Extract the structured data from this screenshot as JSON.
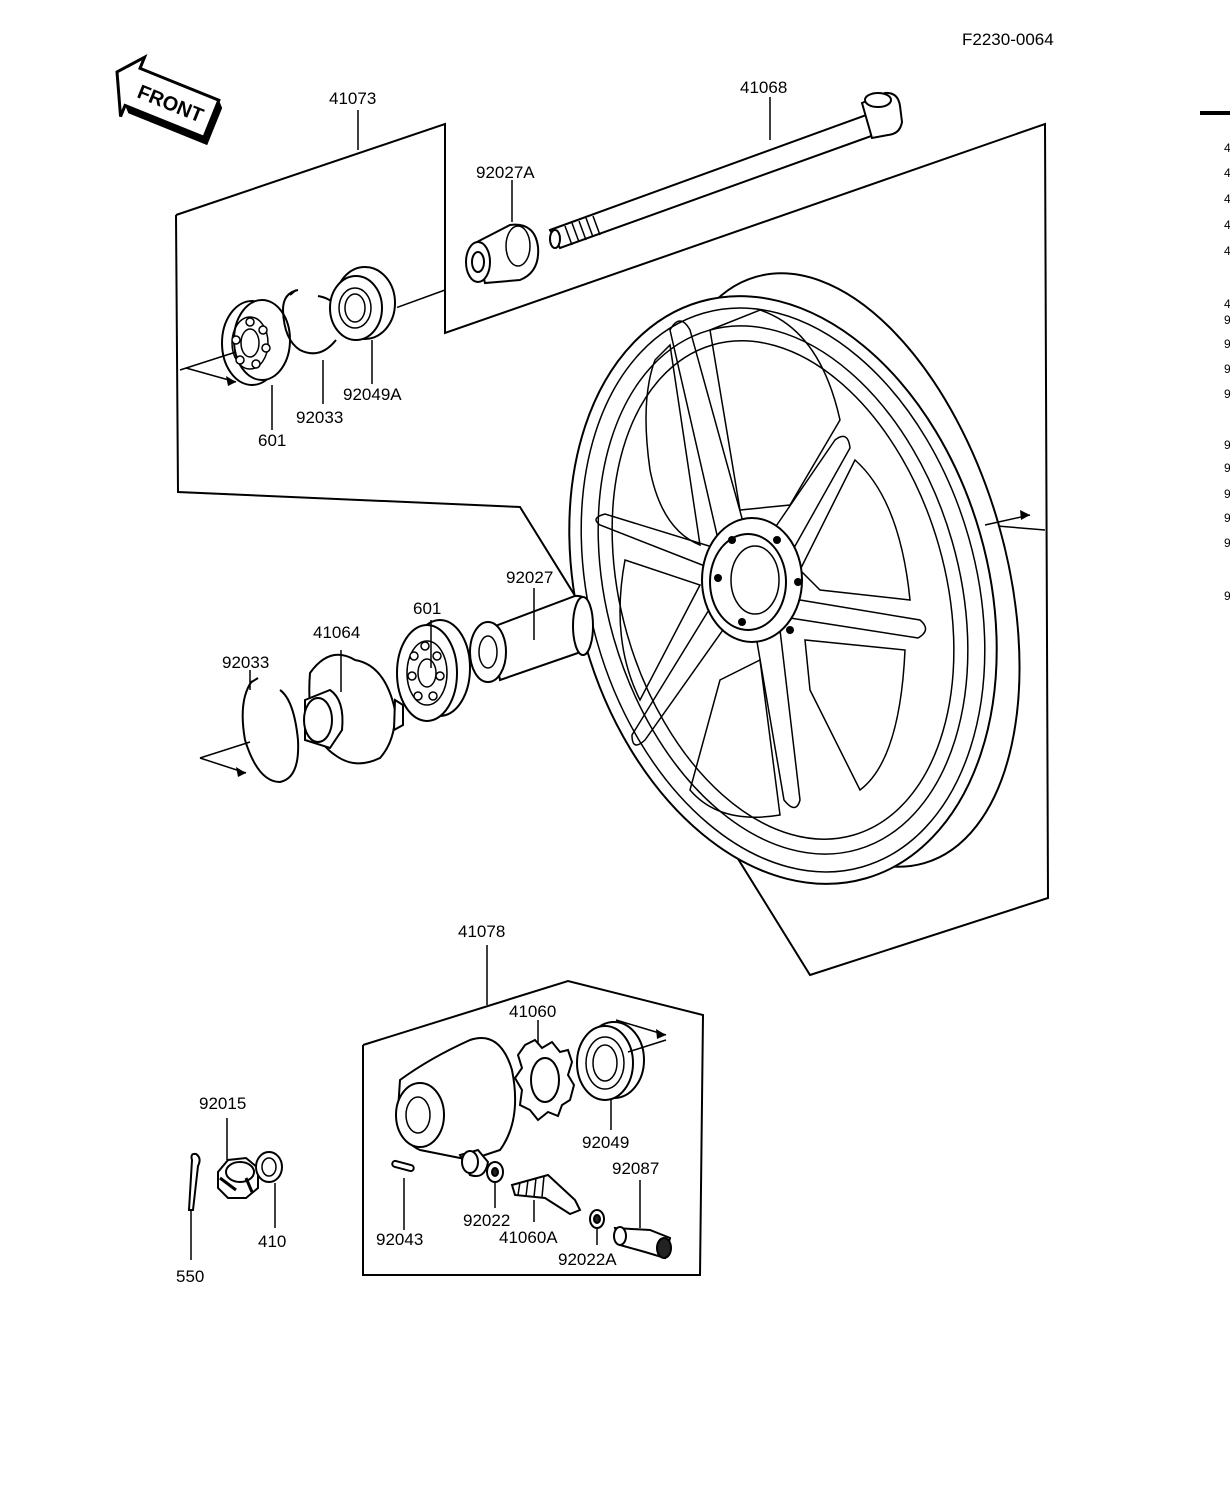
{
  "figure_code": "F2230-0064",
  "front_label": "FRONT",
  "parts": {
    "p41073": "41073",
    "p41068": "41068",
    "p92027A": "92027A",
    "p601_top": "601",
    "p92033_top": "92033",
    "p92049A": "92049A",
    "p92027": "92027",
    "p601_mid": "601",
    "p41064": "41064",
    "p92033_mid": "92033",
    "p41078": "41078",
    "p41060": "41060",
    "p92049": "92049",
    "p92087": "92087",
    "p92015": "92015",
    "p410": "410",
    "p550": "550",
    "p92043": "92043",
    "p92022": "92022",
    "p41060A": "41060A",
    "p92022A": "92022A"
  }
}
